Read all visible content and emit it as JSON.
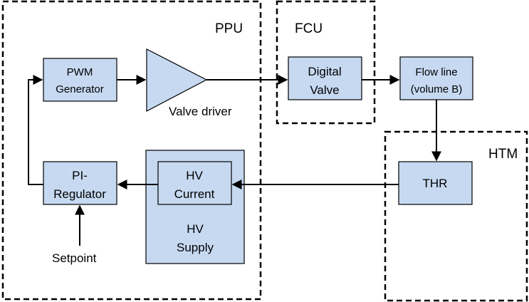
{
  "colors": {
    "block_fill": "#c6d9f1",
    "stroke": "#000000",
    "background": "#ffffff"
  },
  "regions": {
    "ppu": {
      "label": "PPU"
    },
    "fcu": {
      "label": "FCU"
    },
    "htm": {
      "label": "HTM"
    }
  },
  "blocks": {
    "pwm_generator": {
      "lines": [
        "PWM",
        "Generator"
      ]
    },
    "digital_valve": {
      "lines": [
        "Digital",
        "Valve"
      ]
    },
    "flow_line": {
      "lines": [
        "Flow line",
        "(volume B)"
      ]
    },
    "thr": {
      "lines": [
        "THR"
      ]
    },
    "hv_current": {
      "lines": [
        "HV",
        "Current"
      ]
    },
    "hv_supply": {
      "lines": [
        "HV",
        "Supply"
      ]
    },
    "pi_regulator": {
      "lines": [
        "PI-",
        "Regulator"
      ]
    }
  },
  "labels": {
    "valve_driver": "Valve driver",
    "setpoint": "Setpoint"
  },
  "shapes": {
    "valve_driver_amplifier": "triangle-amplifier-icon"
  }
}
